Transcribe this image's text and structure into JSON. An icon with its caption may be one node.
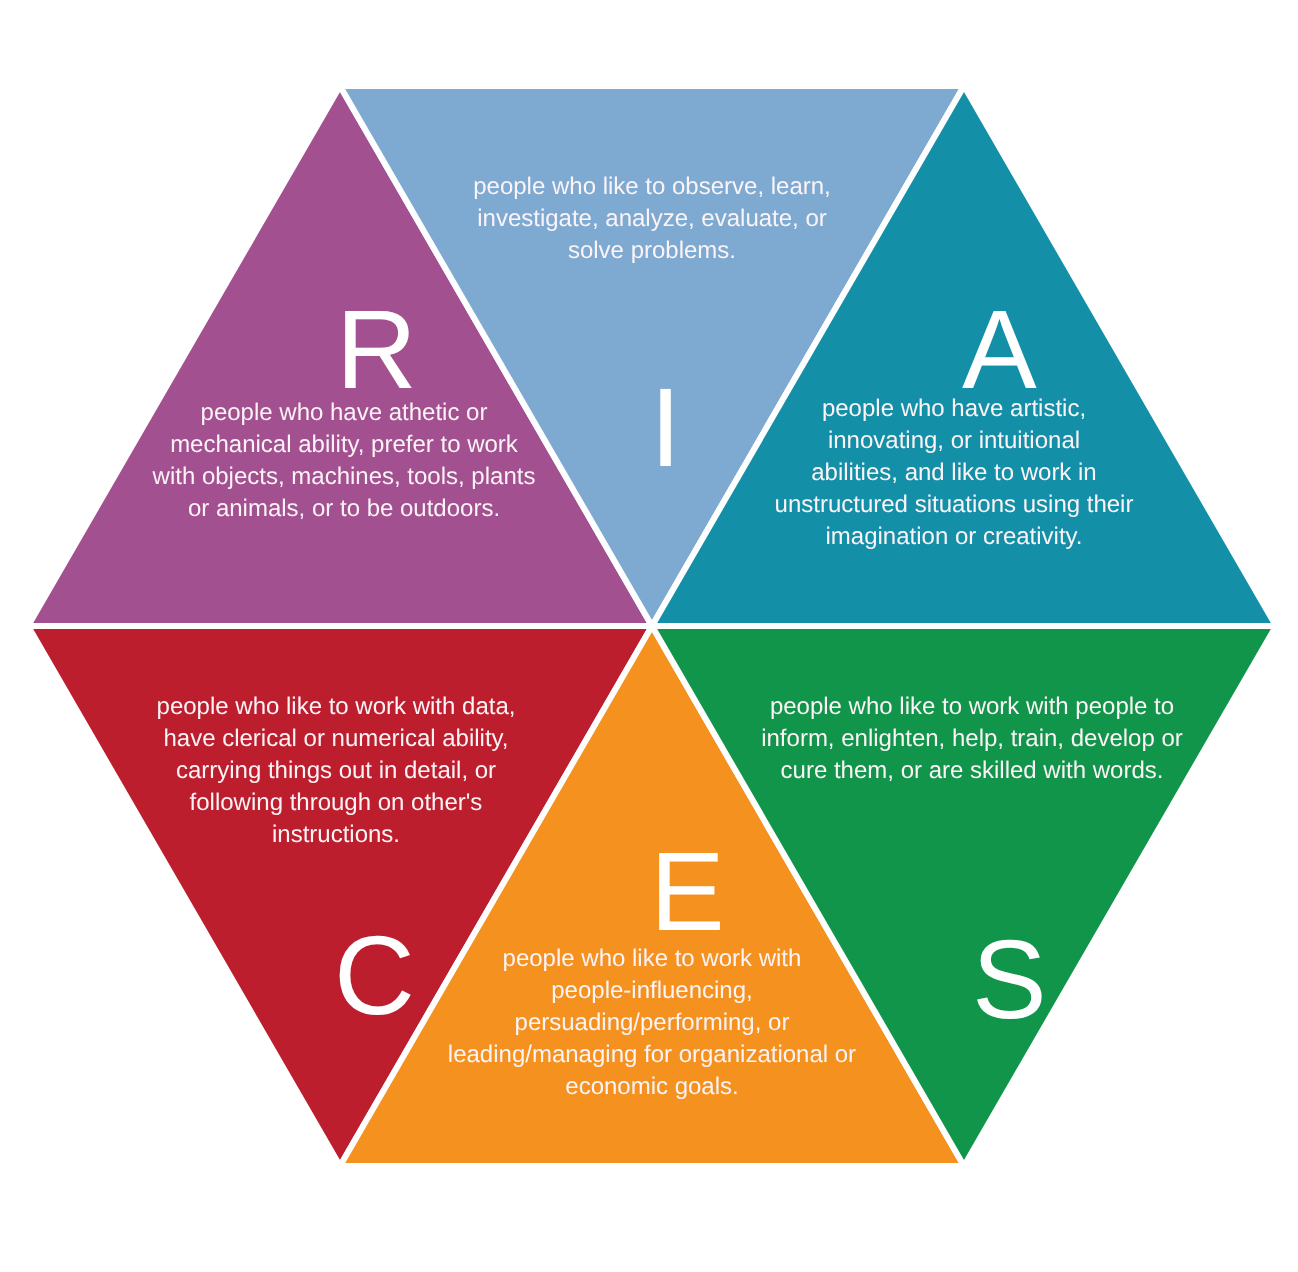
{
  "diagram": {
    "nodes": [
      {
        "text": [
          "R",
          "people who have athetic or mechanical ability, prefer to work with objects, machines, tools, plants or animals, or to be outdoors."
        ]
      },
      {
        "text": [
          "people who like to observe, learn, investigate, analyze, evaluate, or solve problems.",
          "I"
        ]
      },
      {
        "text": [
          "A",
          "people who have artistic, innovating, or intuitional abilities, and like to work in unstructured situations using their imagination or creativity."
        ]
      },
      {
        "text": [
          "people who like to work with data, have clerical or numerical ability, carrying things out in detail, or following through on other's instructions.",
          "C"
        ]
      },
      {
        "text": [
          "E",
          "people who like to work with people-influencing, persuading/performing, or leading/managing for organizational or economic goals."
        ]
      },
      {
        "text": [
          "people who like to work with people to inform, enlighten, help, train, develop or cure them, or are skilled with words.",
          "S"
        ]
      }
    ]
  }
}
